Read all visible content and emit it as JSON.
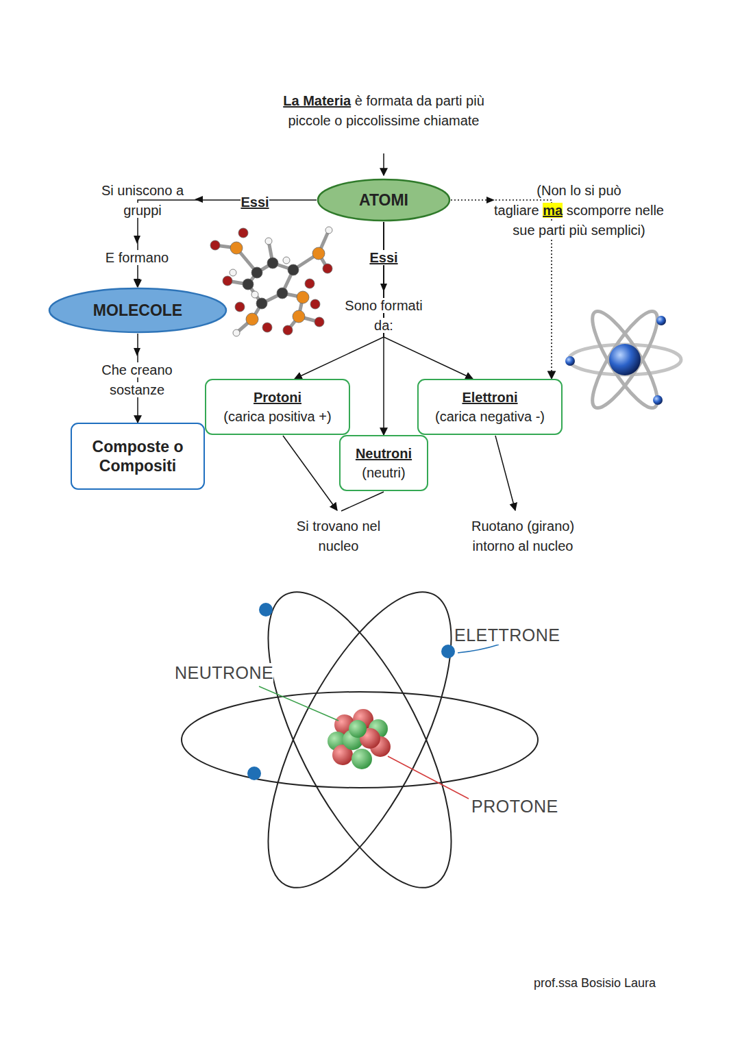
{
  "diagram": {
    "nodes": [
      {
        "text": [
          "ATOMI"
        ]
      },
      {
        "text": [
          "MOLECOLE"
        ]
      },
      {
        "text": [
          "Protoni",
          "(carica positiva +)"
        ]
      },
      {
        "text": [
          "Elettroni",
          "(carica negativa -)"
        ]
      },
      {
        "text": [
          "Composte o Compositi"
        ]
      },
      {
        "text": [
          "Neutroni",
          "(neutri)"
        ]
      }
    ],
    "edges": [
      {
        "from": 0,
        "to": 1,
        "arrow": "to"
      },
      {
        "from": 0,
        "to": 2,
        "arrow": "to"
      },
      {
        "from": 0,
        "to": 5,
        "arrow": "to"
      },
      {
        "from": 0,
        "to": 3,
        "arrow": "to"
      },
      {
        "from": 0,
        "to": 3,
        "arrow": "to"
      },
      {
        "from": 1,
        "to": 4,
        "arrow": "to"
      }
    ],
    "labels": [
      "La Materia",
      "è formata da parti più piccole o piccolissime chiamate",
      "Essi",
      "Si uniscono a gruppi",
      "E formano",
      "Che creano sostanze",
      "(Non lo si può tagliare",
      "ma",
      "scomporre nelle sue parti più semplici)",
      "Essi",
      "Sono formati da:",
      "Si trovano nel nucleo",
      "Ruotano (girano) intorno al nucleo",
      "NEUTRONE",
      "ELETTRONE",
      "PROTONE",
      "prof.ssa Bosisio Laura"
    ]
  }
}
